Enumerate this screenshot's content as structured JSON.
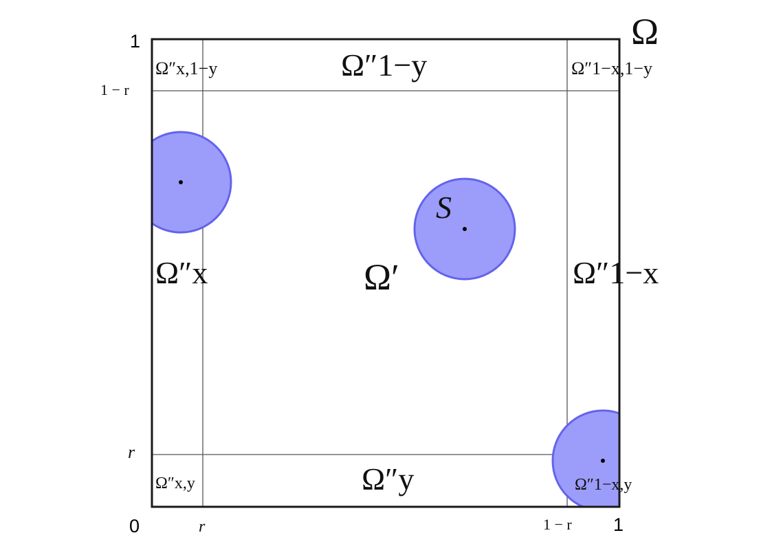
{
  "diagram": {
    "outer_region": "Ω",
    "interior_region": "Ω′",
    "disk_label": "S",
    "boundary_regions": {
      "top_left": "Ω″x,1−y",
      "top": "Ω″1−y",
      "top_right": "Ω″1−x,1−y",
      "left": "Ω″x",
      "right": "Ω″1−x",
      "bottom_left": "Ω″x,y",
      "bottom": "Ω″y",
      "bottom_right": "Ω″1−x,y"
    },
    "axis_labels": {
      "origin": "0",
      "x_one": "1",
      "y_one": "1",
      "x_r": "r",
      "x_one_minus_r": "1 − r",
      "y_r": "r",
      "y_one_minus_r": "1 − r"
    },
    "colors": {
      "disk_fill": "#9c9cfb",
      "disk_stroke": "#6363eb",
      "frame": "#1a1a1a",
      "grid_line": "#555555"
    }
  }
}
